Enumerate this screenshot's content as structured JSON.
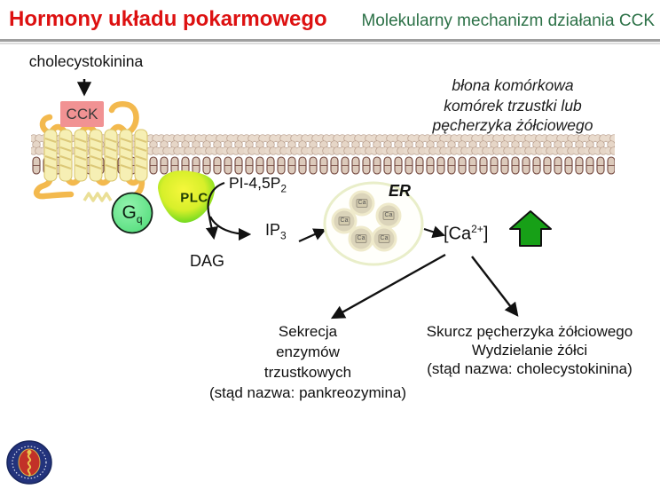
{
  "slide": {
    "title": "Hormony układu pokarmowego",
    "subtitle": "Molekularny mechanizm działania CCK"
  },
  "diagram": {
    "ligand_label": "cholecystokinina",
    "receptor_label": "CCK",
    "membrane_caption_lines": [
      "błona komórkowa",
      "komórek trzustki lub",
      "pęcherzyka żółciowego"
    ],
    "g_protein": {
      "base": "G",
      "subscript": "q"
    },
    "enzyme_label": "PLC",
    "substrate": {
      "base": "PI-4,5P",
      "subscript": "2"
    },
    "product_dag": "DAG",
    "product_ip3": {
      "base": "IP",
      "subscript": "3"
    },
    "er_label": "ER",
    "ca_vesicle_label": "Ca",
    "calcium": {
      "open": "[Ca",
      "superscript": "2+",
      "close": "]"
    }
  },
  "outcomes": {
    "left_lines": [
      "Sekrecja",
      "enzymów",
      "trzustkowych",
      "(stąd nazwa: pankreozymina)"
    ],
    "right_lines": [
      "Skurcz pęcherzyka żółciowego",
      "Wydzielanie żółci",
      "(stąd nazwa: cholecystokinina)"
    ]
  },
  "colors": {
    "title_red": "#dd1111",
    "subtitle_green": "#2c7147",
    "cck_box_pink": "#f19293",
    "g_protein_green": "#6ced92",
    "plc_green": "#4fd31d",
    "plc_yellow": "#f6f73c",
    "calcium_arrow_green": "#17a017",
    "receptor_orange": "#f3b94e",
    "membrane_tan": "#e9dbcd"
  }
}
